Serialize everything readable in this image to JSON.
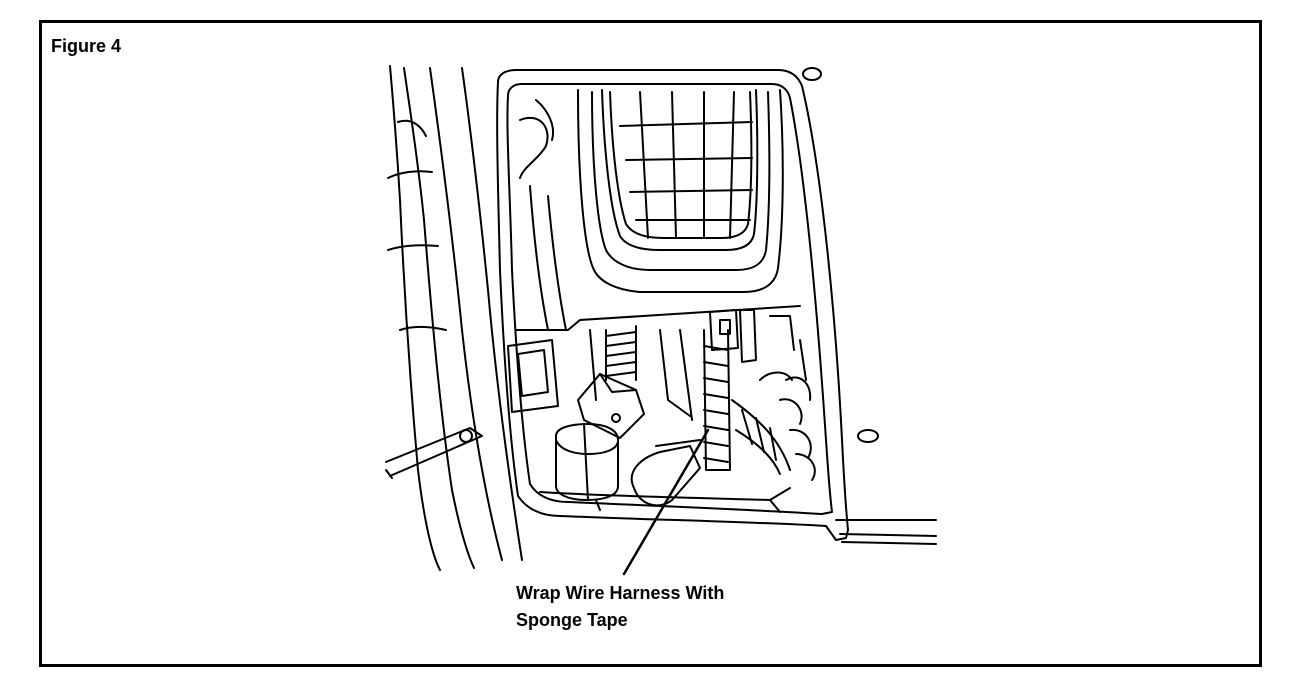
{
  "figure": {
    "title": "Figure 4",
    "callout": {
      "line1": "Wrap Wire Harness With",
      "line2": "Sponge Tape"
    }
  },
  "colors": {
    "ink": "#000000",
    "paper": "#ffffff"
  }
}
